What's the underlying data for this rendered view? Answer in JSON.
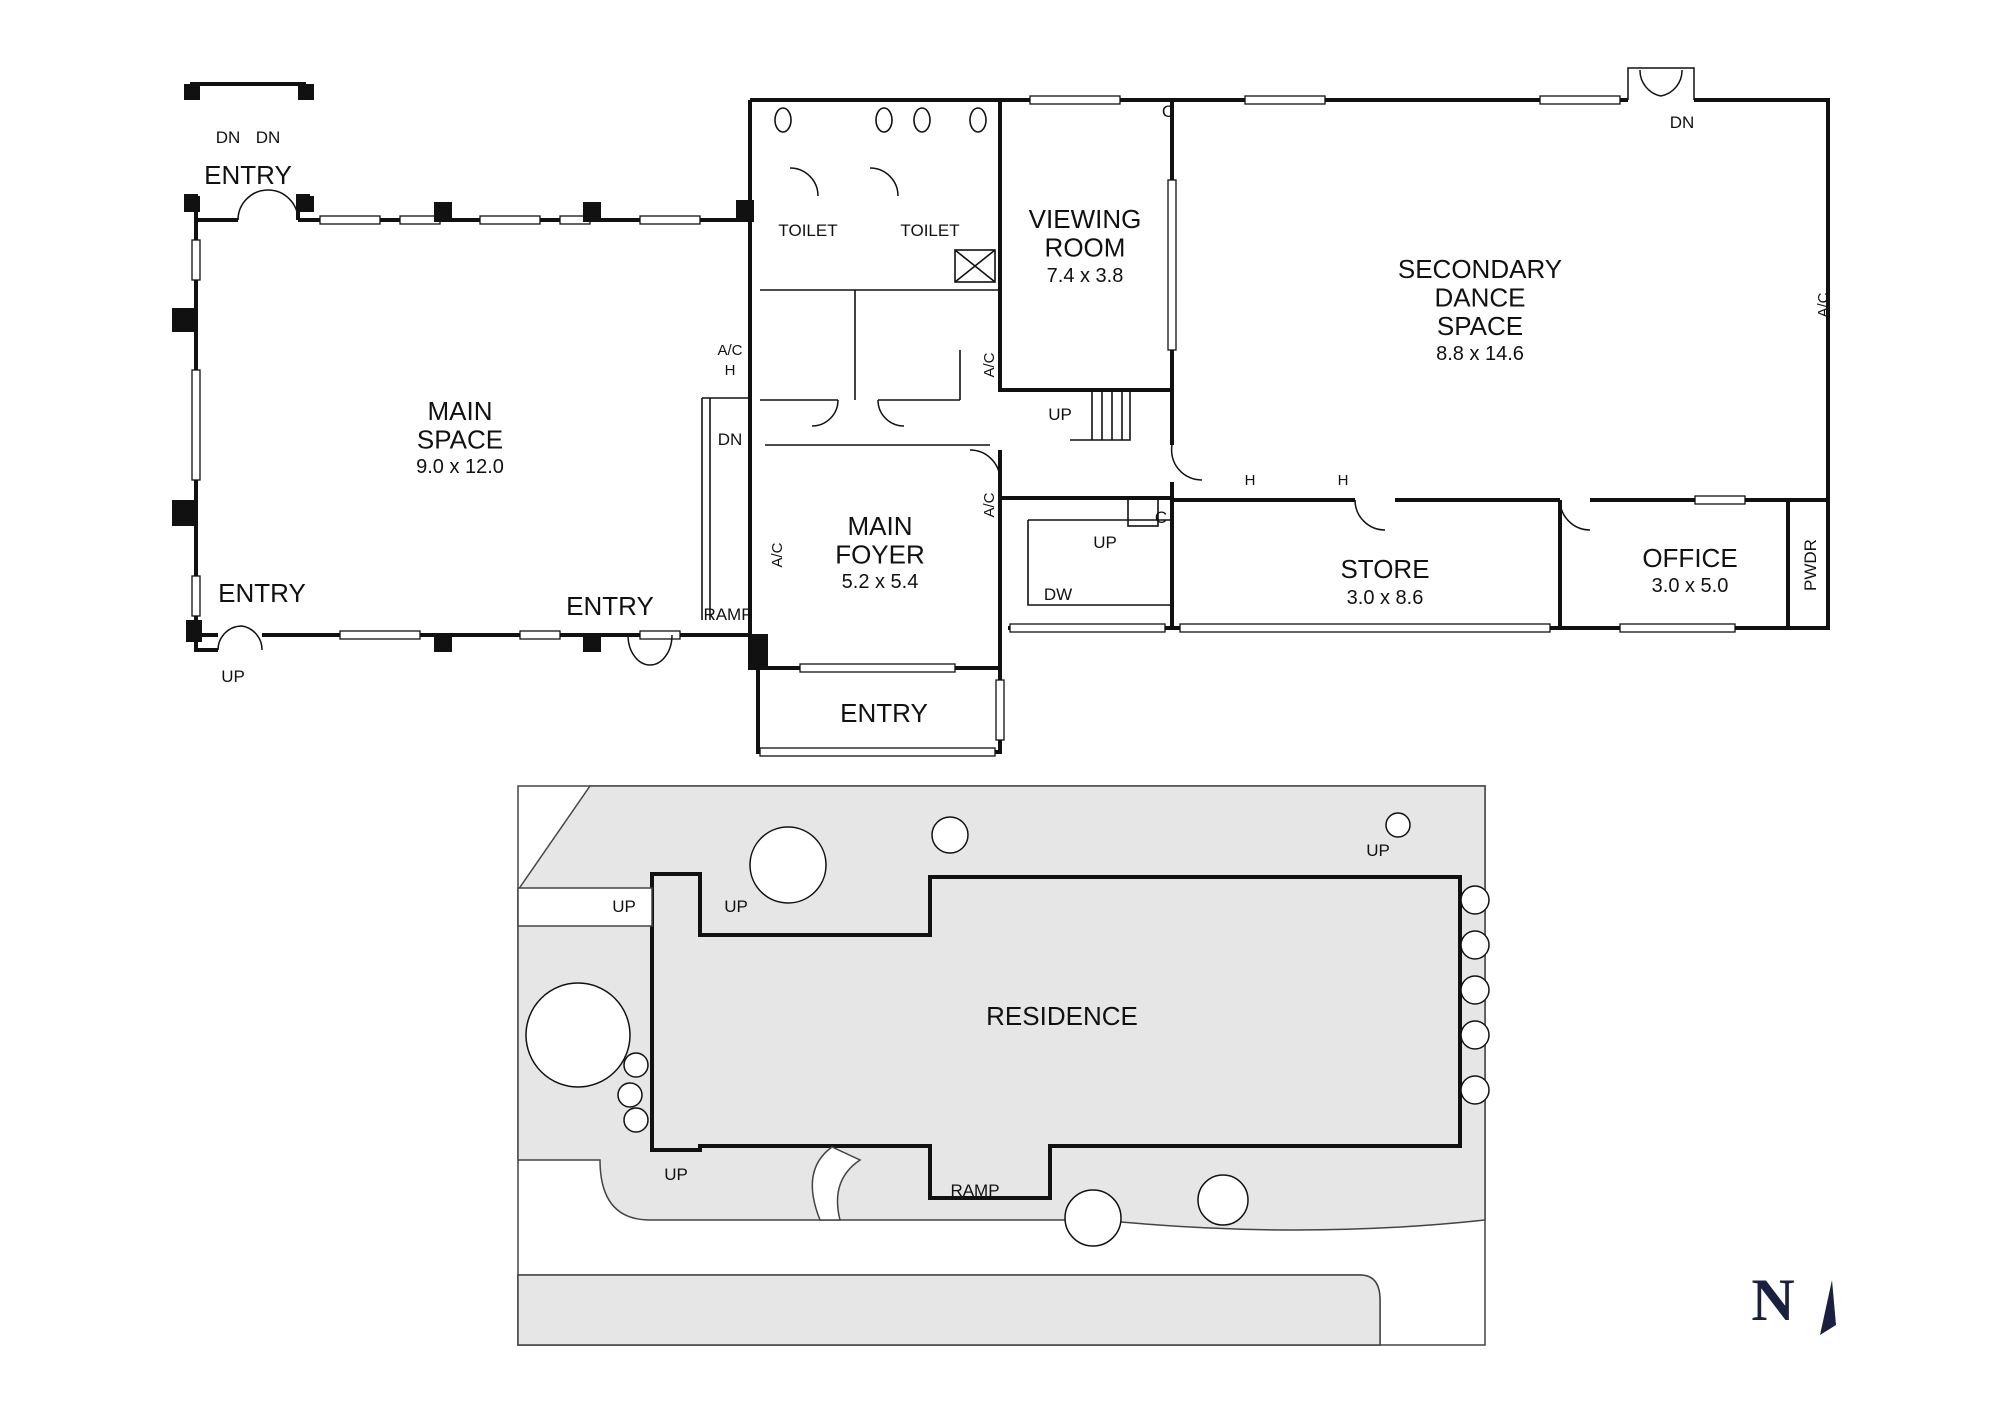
{
  "rooms": {
    "entry_nw": "ENTRY",
    "main_space": "MAIN\nSPACE",
    "main_space_dim": "9.0 x 12.0",
    "entry_sw": "ENTRY",
    "entry_ramp": "ENTRY",
    "toilet_1": "TOILET",
    "toilet_2": "TOILET",
    "viewing_room": "VIEWING\nROOM",
    "viewing_room_dim": "7.4 x 3.8",
    "secondary_dance": "SECONDARY\nDANCE\nSPACE",
    "secondary_dance_dim": "8.8 x 14.6",
    "main_foyer": "MAIN\nFOYER",
    "main_foyer_dim": "5.2 x 5.4",
    "entry_south": "ENTRY",
    "store": "STORE",
    "store_dim": "3.0 x 8.6",
    "office": "OFFICE",
    "office_dim": "3.0 x 5.0",
    "pwdr": "PWDR",
    "residence": "RESIDENCE"
  },
  "annotations": {
    "dn": "DN",
    "up": "UP",
    "ramp": "RAMP",
    "ac": "A/C",
    "h": "H",
    "c": "C",
    "dw": "DW"
  },
  "north": {
    "letter": "N"
  },
  "colors": {
    "line": "#111111",
    "ground_fill": "#e6e6e6",
    "north_color": "#1a2140"
  }
}
